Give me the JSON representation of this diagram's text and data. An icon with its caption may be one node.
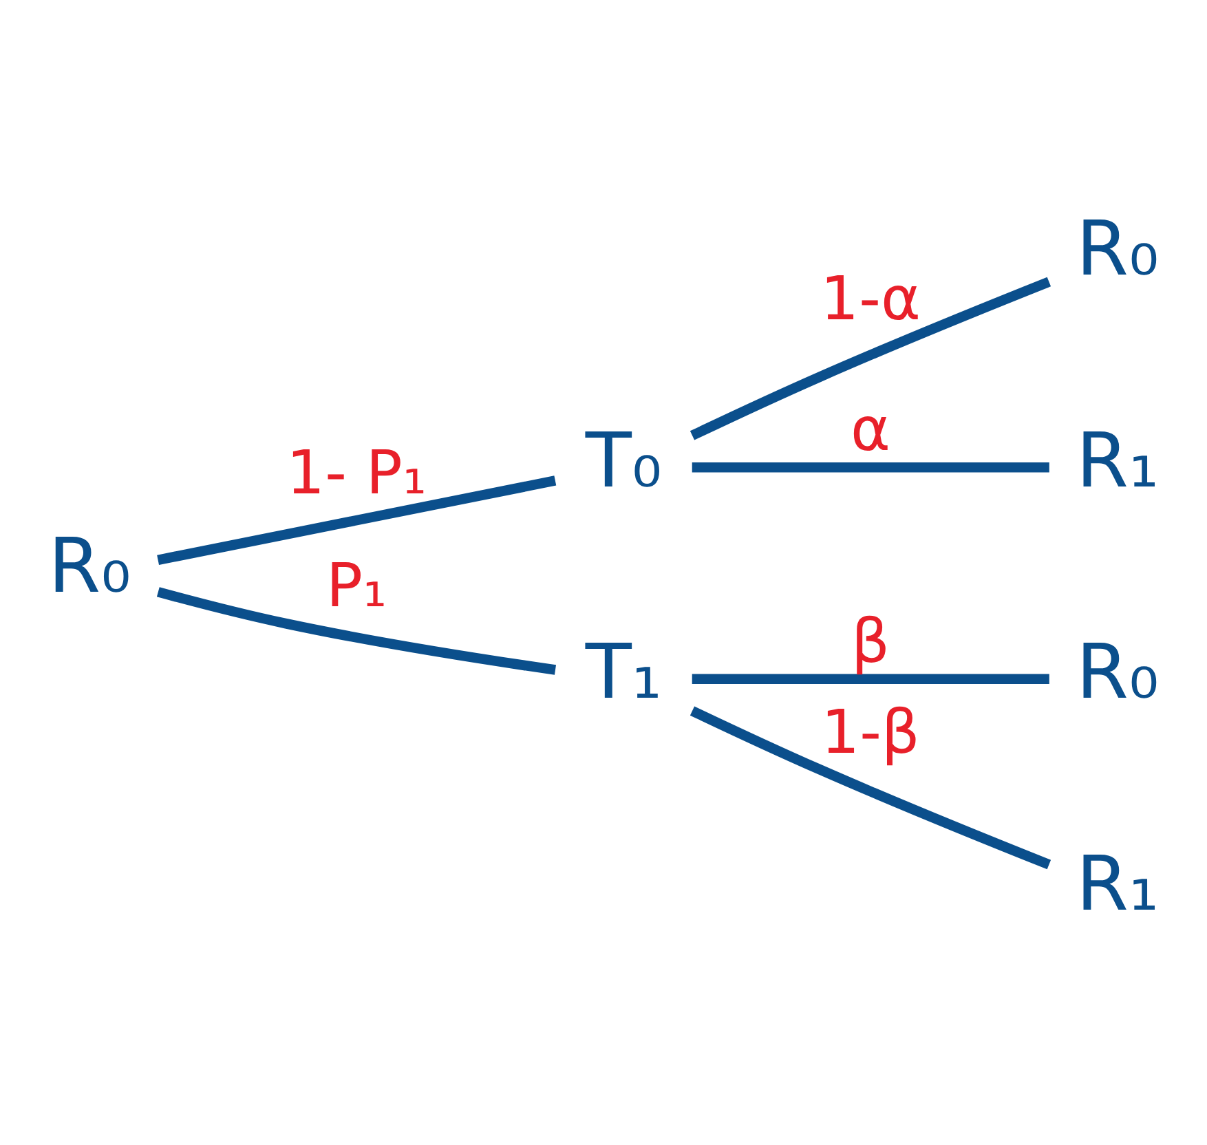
{
  "diagram": {
    "nodes": [
      {
        "text": [
          "R₀"
        ]
      },
      {
        "text": [
          "T₀"
        ]
      },
      {
        "text": [
          "T₁"
        ]
      },
      {
        "text": [
          "R₀"
        ]
      },
      {
        "text": [
          "R₁"
        ]
      },
      {
        "text": [
          "R₀"
        ]
      },
      {
        "text": [
          "R₁"
        ]
      }
    ],
    "edges": [
      {
        "from": 0,
        "to": 1,
        "arrow": "none",
        "label": "1- P₁"
      },
      {
        "from": 0,
        "to": 2,
        "arrow": "none",
        "label": "P₁"
      },
      {
        "from": 1,
        "to": 3,
        "arrow": "none",
        "label": "1-α"
      },
      {
        "from": 1,
        "to": 4,
        "arrow": "none",
        "label": "α"
      },
      {
        "from": 2,
        "to": 5,
        "arrow": "none",
        "label": "β"
      },
      {
        "from": 2,
        "to": 6,
        "arrow": "none",
        "label": "1-β"
      }
    ]
  }
}
